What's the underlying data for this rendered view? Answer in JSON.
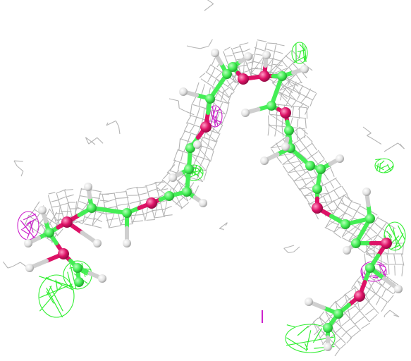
{
  "viewer": {
    "background": "#ffffff",
    "colors": {
      "density_mesh": "#b4b4b4",
      "difference_positive": "#33ee33",
      "difference_negative": "#cc22cc",
      "carbon": "#44ee55",
      "oxygen": "#dd1166",
      "hydrogen": "#dcdcdc"
    },
    "structure": {
      "strand_count": 2,
      "atom_types": [
        "carbon",
        "oxygen",
        "hydrogen"
      ],
      "representation": "ball-and-stick",
      "map_style": "mesh"
    }
  }
}
